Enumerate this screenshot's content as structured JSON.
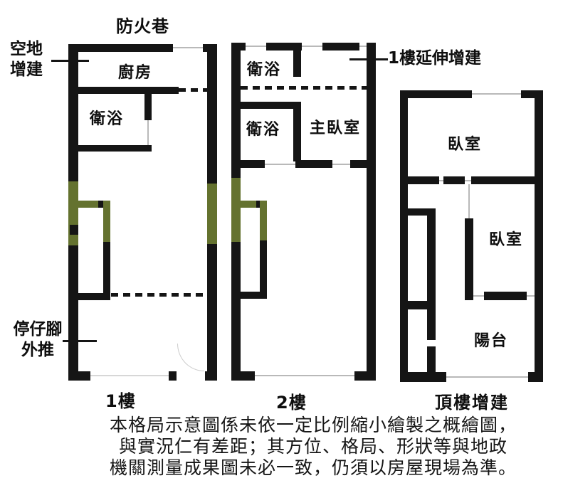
{
  "annotations": {
    "fire_lane": "防火巷",
    "open_space_line1": "空地",
    "open_space_line2": "增建",
    "extension_label": "1樓延伸增建",
    "arcade_line1": "停仔腳",
    "arcade_line2": "外推"
  },
  "floor1": {
    "name": "1樓",
    "kitchen": "廚房",
    "bathroom": "衛浴"
  },
  "floor2": {
    "name": "2樓",
    "bathroom_top": "衛浴",
    "bathroom_mid": "衛浴",
    "master_bedroom": "主臥室"
  },
  "floor3": {
    "name": "頂樓增建",
    "bedroom_top": "臥室",
    "bedroom_mid": "臥室",
    "balcony": "陽台"
  },
  "disclaimer": {
    "line1": "本格局示意圖係未依一定比例縮小繪製之概繪圖，",
    "line2": "與實況仁有差距；其方位、格局、形狀等與地政",
    "line3": "機關測量成果圖未必一致，仍須以房屋現場為準。"
  },
  "colors": {
    "wall": "#151515",
    "watermark_olive": "#64722f",
    "door_line": "#b9b9b9"
  }
}
